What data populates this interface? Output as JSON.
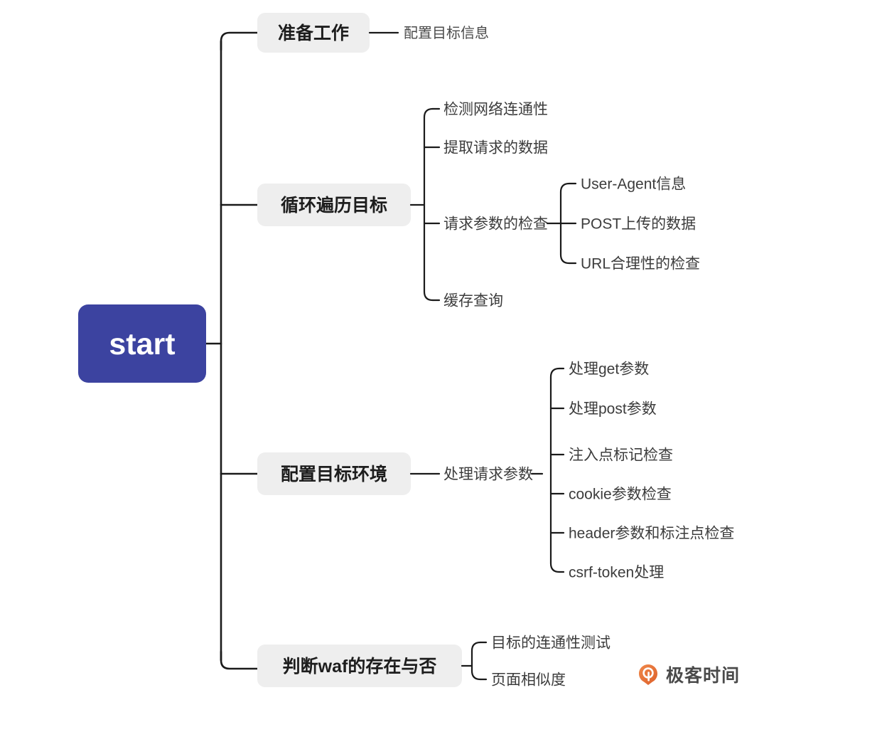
{
  "diagram": {
    "type": "mindmap",
    "orientation": "left-to-right",
    "root": {
      "label": "start",
      "style": "filled-blue-rounded-rect",
      "color": "#3c43a0",
      "text_color": "#ffffff"
    },
    "branch_style": {
      "fill": "#eeeeee",
      "text_color": "#1d1d1d"
    },
    "leaf_text_color": "#3c3c3c",
    "connector_color": "#1a1a1a",
    "background": "#ffffff",
    "branches": [
      {
        "label": "准备工作",
        "children": [
          {
            "label": "配置目标信息",
            "children": []
          }
        ]
      },
      {
        "label": "循环遍历目标",
        "children": [
          {
            "label": "检测网络连通性",
            "children": []
          },
          {
            "label": "提取请求的数据",
            "children": []
          },
          {
            "label": "请求参数的检查",
            "children": [
              {
                "label": "User-Agent信息"
              },
              {
                "label": "POST上传的数据"
              },
              {
                "label": "URL合理性的检查"
              }
            ]
          },
          {
            "label": "缓存查询",
            "children": []
          }
        ]
      },
      {
        "label": "配置目标环境",
        "children": [
          {
            "label": "处理请求参数",
            "children": [
              {
                "label": "处理get参数"
              },
              {
                "label": "处理post参数"
              },
              {
                "label": "注入点标记检查"
              },
              {
                "label": "cookie参数检查"
              },
              {
                "label": "header参数和标注点检查"
              },
              {
                "label": "csrf-token处理"
              }
            ]
          }
        ]
      },
      {
        "label": "判断waf的存在与否",
        "children": [
          {
            "label": "目标的连通性测试",
            "children": []
          },
          {
            "label": "页面相似度",
            "children": []
          }
        ]
      }
    ]
  },
  "watermark": {
    "icon": "geektime-logo-icon",
    "text": "极客时间",
    "color": "#e8713a"
  }
}
